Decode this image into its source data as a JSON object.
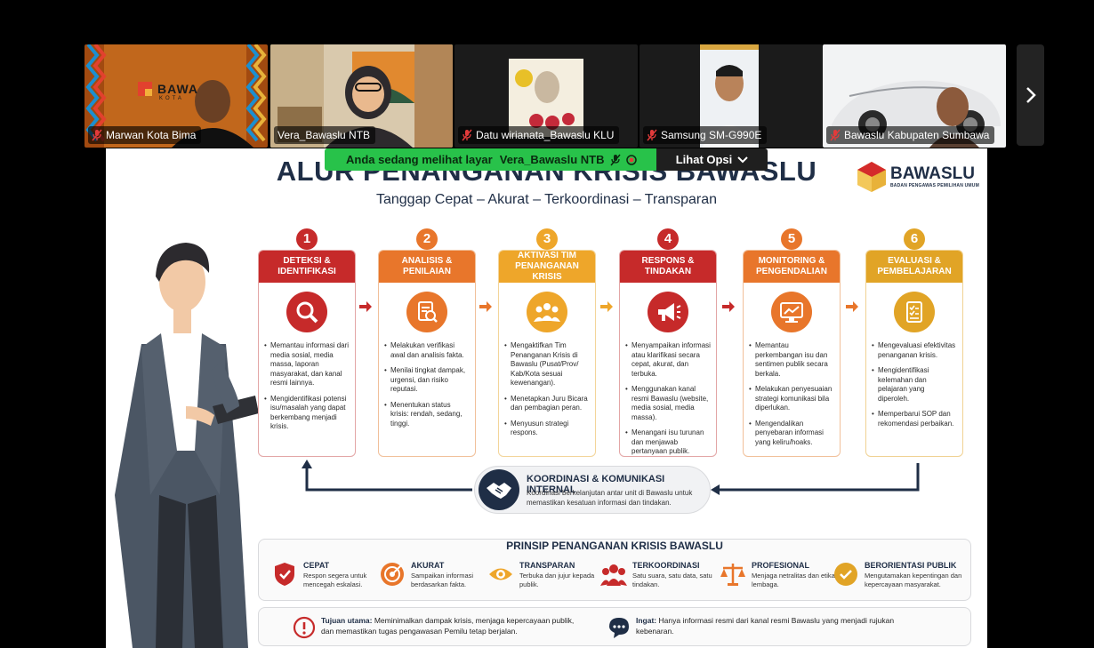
{
  "participants": [
    {
      "name": "Marwan Kota Bima",
      "muted": true,
      "logo_text": "BAWA",
      "logo_sub": "KOTA"
    },
    {
      "name": "Vera_Bawaslu NTB",
      "muted": false,
      "active": true
    },
    {
      "name": "Datu wirianata_Bawaslu KLU",
      "muted": true
    },
    {
      "name": "Samsung SM-G990E",
      "muted": true
    },
    {
      "name": "Bawaslu Kabupaten Sumbawa",
      "muted": true
    }
  ],
  "share_banner": {
    "text": "Anda sedang melihat layar",
    "presenter": "Vera_Bawaslu NTB",
    "options_label": "Lihat Opsi"
  },
  "slide": {
    "title": "ALUR PENANGANAN KRISIS BAWASLU",
    "subtitle": "Tanggap Cepat – Akurat – Terkoordinasi – Transparan",
    "logo_word": "BAWASLU",
    "logo_tag": "BADAN PENGAWAS PEMILIHAN UMUM",
    "steps": [
      {
        "num": "1",
        "title_l1": "DETEKSI &",
        "title_l2": "IDENTIFIKASI",
        "color": "#c62a2a",
        "bullets": [
          "Memantau informasi dari media sosial, media massa, laporan masyarakat, dan kanal resmi lainnya.",
          "Mengidentifikasi potensi isu/masalah yang dapat berkembang menjadi krisis."
        ]
      },
      {
        "num": "2",
        "title_l1": "ANALISIS &",
        "title_l2": "PENILAIAN",
        "color": "#e8762b",
        "bullets": [
          "Melakukan verifikasi awal dan analisis fakta.",
          "Menilai tingkat dampak, urgensi, dan risiko reputasi.",
          "Menentukan status krisis: rendah, sedang, tinggi."
        ]
      },
      {
        "num": "3",
        "title_l1": "AKTIVASI TIM",
        "title_l2": "PENANGANAN KRISIS",
        "color": "#eea62a",
        "bullets": [
          "Mengaktifkan Tim Penanganan Krisis di Bawaslu (Pusat/Prov/ Kab/Kota sesuai kewenangan).",
          "Menetapkan Juru Bicara dan pembagian peran.",
          "Menyusun strategi respons."
        ]
      },
      {
        "num": "4",
        "title_l1": "RESPONS &",
        "title_l2": "TINDAKAN",
        "color": "#c62a2a",
        "bullets": [
          "Menyampaikan informasi atau klarifikasi secara cepat, akurat, dan terbuka.",
          "Menggunakan kanal resmi Bawaslu (website, media sosial, media massa).",
          "Menangani isu turunan dan menjawab pertanyaan publik."
        ]
      },
      {
        "num": "5",
        "title_l1": "MONITORING &",
        "title_l2": "PENGENDALIAN",
        "color": "#e8762b",
        "bullets": [
          "Memantau perkembangan isu dan sentimen publik secara berkala.",
          "Melakukan penyesuaian strategi komunikasi bila diperlukan.",
          "Mengendalikan penyebaran informasi yang keliru/hoaks."
        ]
      },
      {
        "num": "6",
        "title_l1": "EVALUASI &",
        "title_l2": "PEMBELAJARAN",
        "color": "#e1a426",
        "bullets": [
          "Mengevaluasi efektivitas penanganan krisis.",
          "Mengidentifikasi kelemahan dan pelajaran yang diperoleh.",
          "Memperbarui SOP dan rekomendasi perbaikan."
        ]
      }
    ],
    "coordination": {
      "title": "KOORDINASI & KOMUNIKASI INTERNAL",
      "desc": "Koordinasi berkelanjutan antar unit di Bawaslu untuk memastikan kesatuan informasi dan tindakan."
    },
    "principles": {
      "title": "PRINSIP PENANGANAN KRISIS BAWASLU",
      "items": [
        {
          "name": "CEPAT",
          "desc": "Respon segera untuk mencegah eskalasi.",
          "icon": "shield-check-icon",
          "color": "#c62a2a"
        },
        {
          "name": "AKURAT",
          "desc": "Sampaikan informasi berdasarkan fakta.",
          "icon": "target-icon",
          "color": "#e8762b"
        },
        {
          "name": "TRANSPARAN",
          "desc": "Terbuka dan jujur kepada publik.",
          "icon": "eye-icon",
          "color": "#eea62a"
        },
        {
          "name": "TERKOORDINASI",
          "desc": "Satu suara, satu data, satu tindakan.",
          "icon": "people-icon",
          "color": "#c62a2a"
        },
        {
          "name": "PROFESIONAL",
          "desc": "Menjaga netralitas dan etika lembaga.",
          "icon": "scale-icon",
          "color": "#e8762b"
        },
        {
          "name": "BERORIENTASI PUBLIK",
          "desc": "Mengutamakan kepentingan dan kepercayaan masyarakat.",
          "icon": "check-badge-icon",
          "color": "#e1a426"
        }
      ]
    },
    "notes": [
      {
        "label": "Tujuan utama:",
        "text": "Meminimalkan dampak krisis, menjaga kepercayaan publik, dan memastikan tugas pengawasan Pemilu tetap berjalan.",
        "icon": "alert-icon"
      },
      {
        "label": "Ingat:",
        "text": "Hanya informasi resmi dari kanal resmi Bawaslu yang menjadi rujukan kebenaran.",
        "icon": "chat-icon"
      }
    ]
  }
}
